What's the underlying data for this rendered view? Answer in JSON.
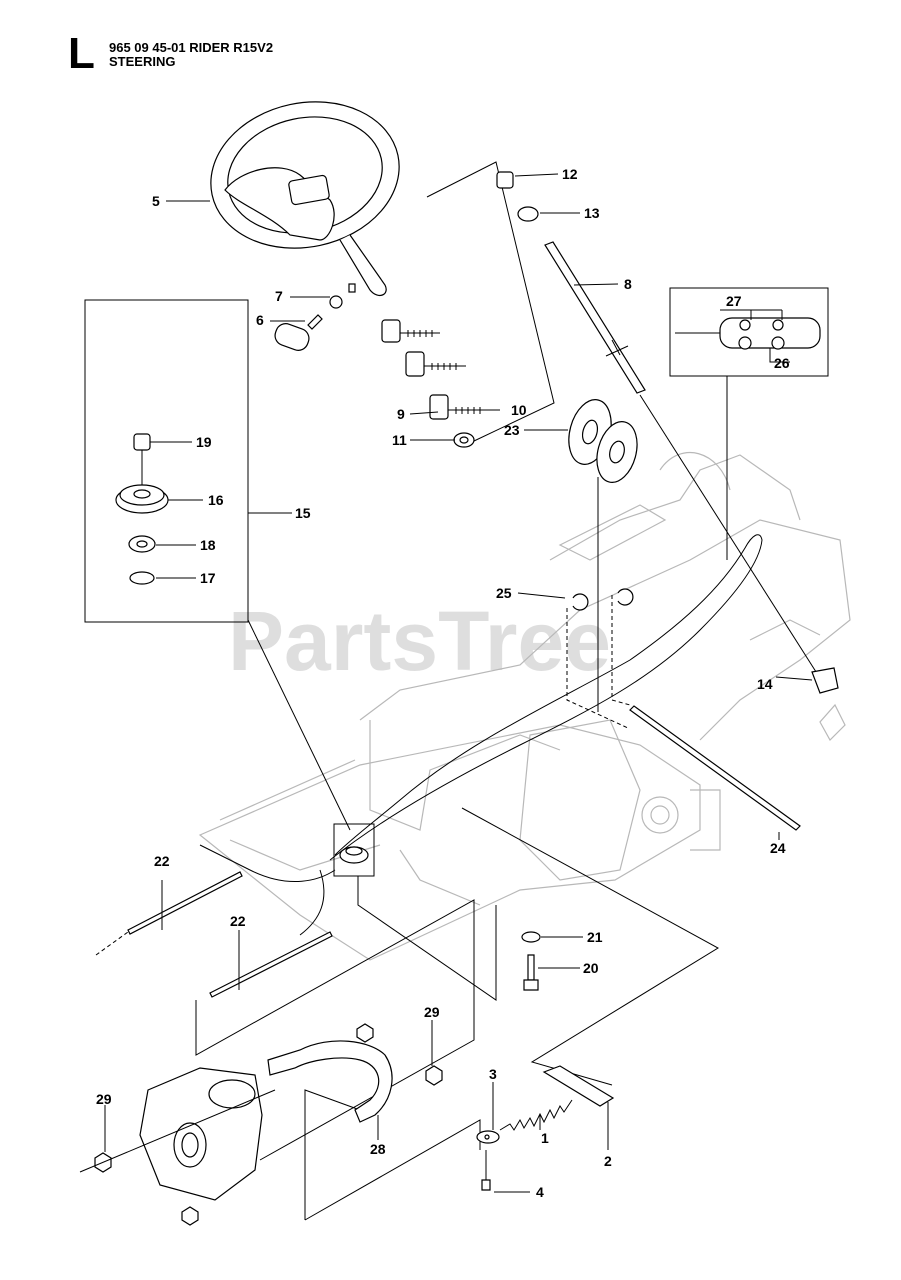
{
  "header": {
    "section_letter": "L",
    "title": "965 09 45-01 RIDER R15V2",
    "subtitle": "STEERING"
  },
  "watermark": "PartsTree",
  "callouts": {
    "c1": "1",
    "c2": "2",
    "c3": "3",
    "c4": "4",
    "c5": "5",
    "c6": "6",
    "c7": "7",
    "c8": "8",
    "c9": "9",
    "c10": "10",
    "c11": "11",
    "c12": "12",
    "c13": "13",
    "c14": "14",
    "c15": "15",
    "c16": "16",
    "c17": "17",
    "c18": "18",
    "c19": "19",
    "c20": "20",
    "c21": "21",
    "c22a": "22",
    "c22b": "22",
    "c23": "23",
    "c24": "24",
    "c25": "25",
    "c26": "26",
    "c27": "27",
    "c28": "28",
    "c29a": "29",
    "c29b": "29"
  }
}
